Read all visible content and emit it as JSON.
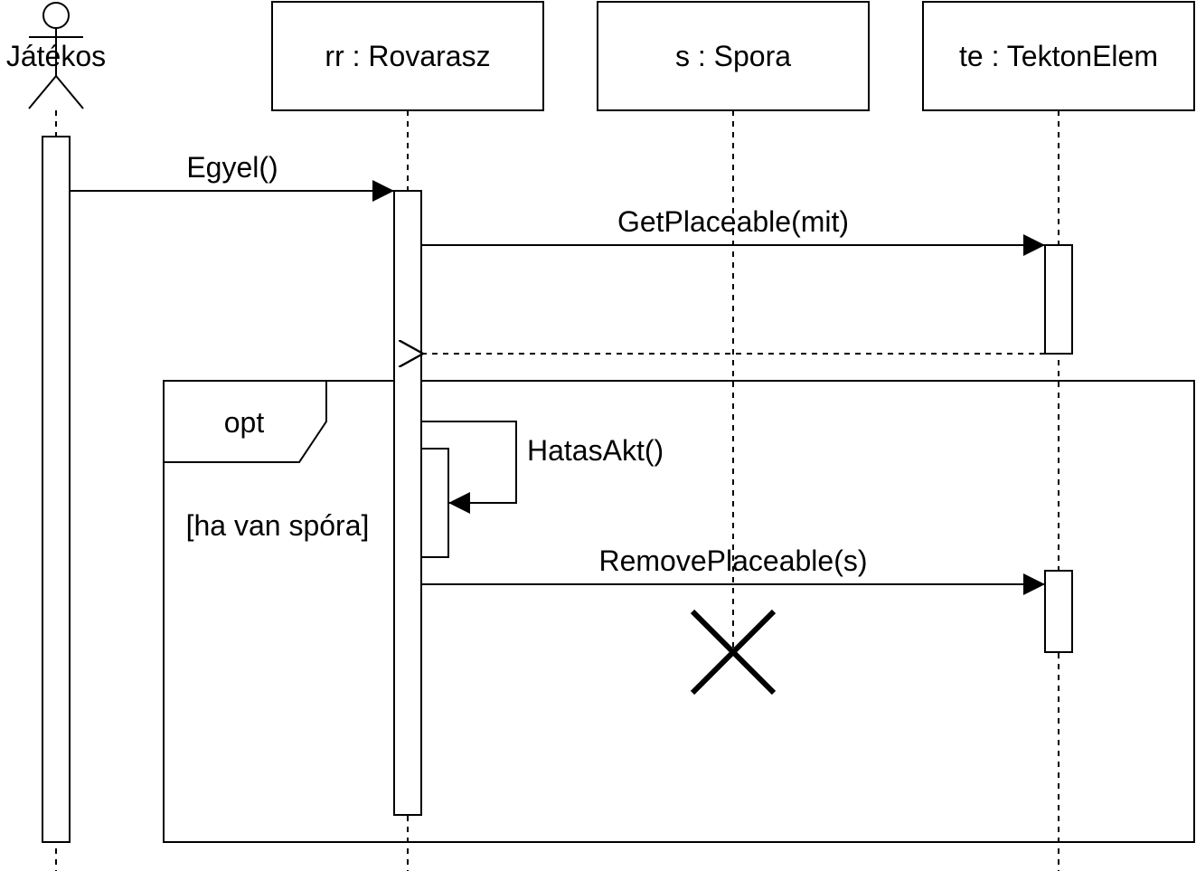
{
  "participants": [
    {
      "id": "jatekos",
      "label": "Játékos",
      "kind": "actor"
    },
    {
      "id": "rovarasz",
      "label": "rr : Rovarasz",
      "kind": "object"
    },
    {
      "id": "spora",
      "label": "s : Spora",
      "kind": "object"
    },
    {
      "id": "tektonelem",
      "label": "te : TektonElem",
      "kind": "object"
    }
  ],
  "messages": [
    {
      "label": "Egyel()",
      "from": "jatekos",
      "to": "rovarasz",
      "type": "sync"
    },
    {
      "label": "GetPlaceable(mit)",
      "from": "rovarasz",
      "to": "tektonelem",
      "type": "sync"
    },
    {
      "label": "",
      "from": "tektonelem",
      "to": "rovarasz",
      "type": "return"
    },
    {
      "label": "HatasAkt()",
      "from": "rovarasz",
      "to": "rovarasz",
      "type": "self"
    },
    {
      "label": "RemovePlaceable(s)",
      "from": "rovarasz",
      "to": "tektonelem",
      "type": "sync"
    }
  ],
  "fragment": {
    "operator": "opt",
    "guard": "[ha van spóra]"
  },
  "destroyed": "spora"
}
